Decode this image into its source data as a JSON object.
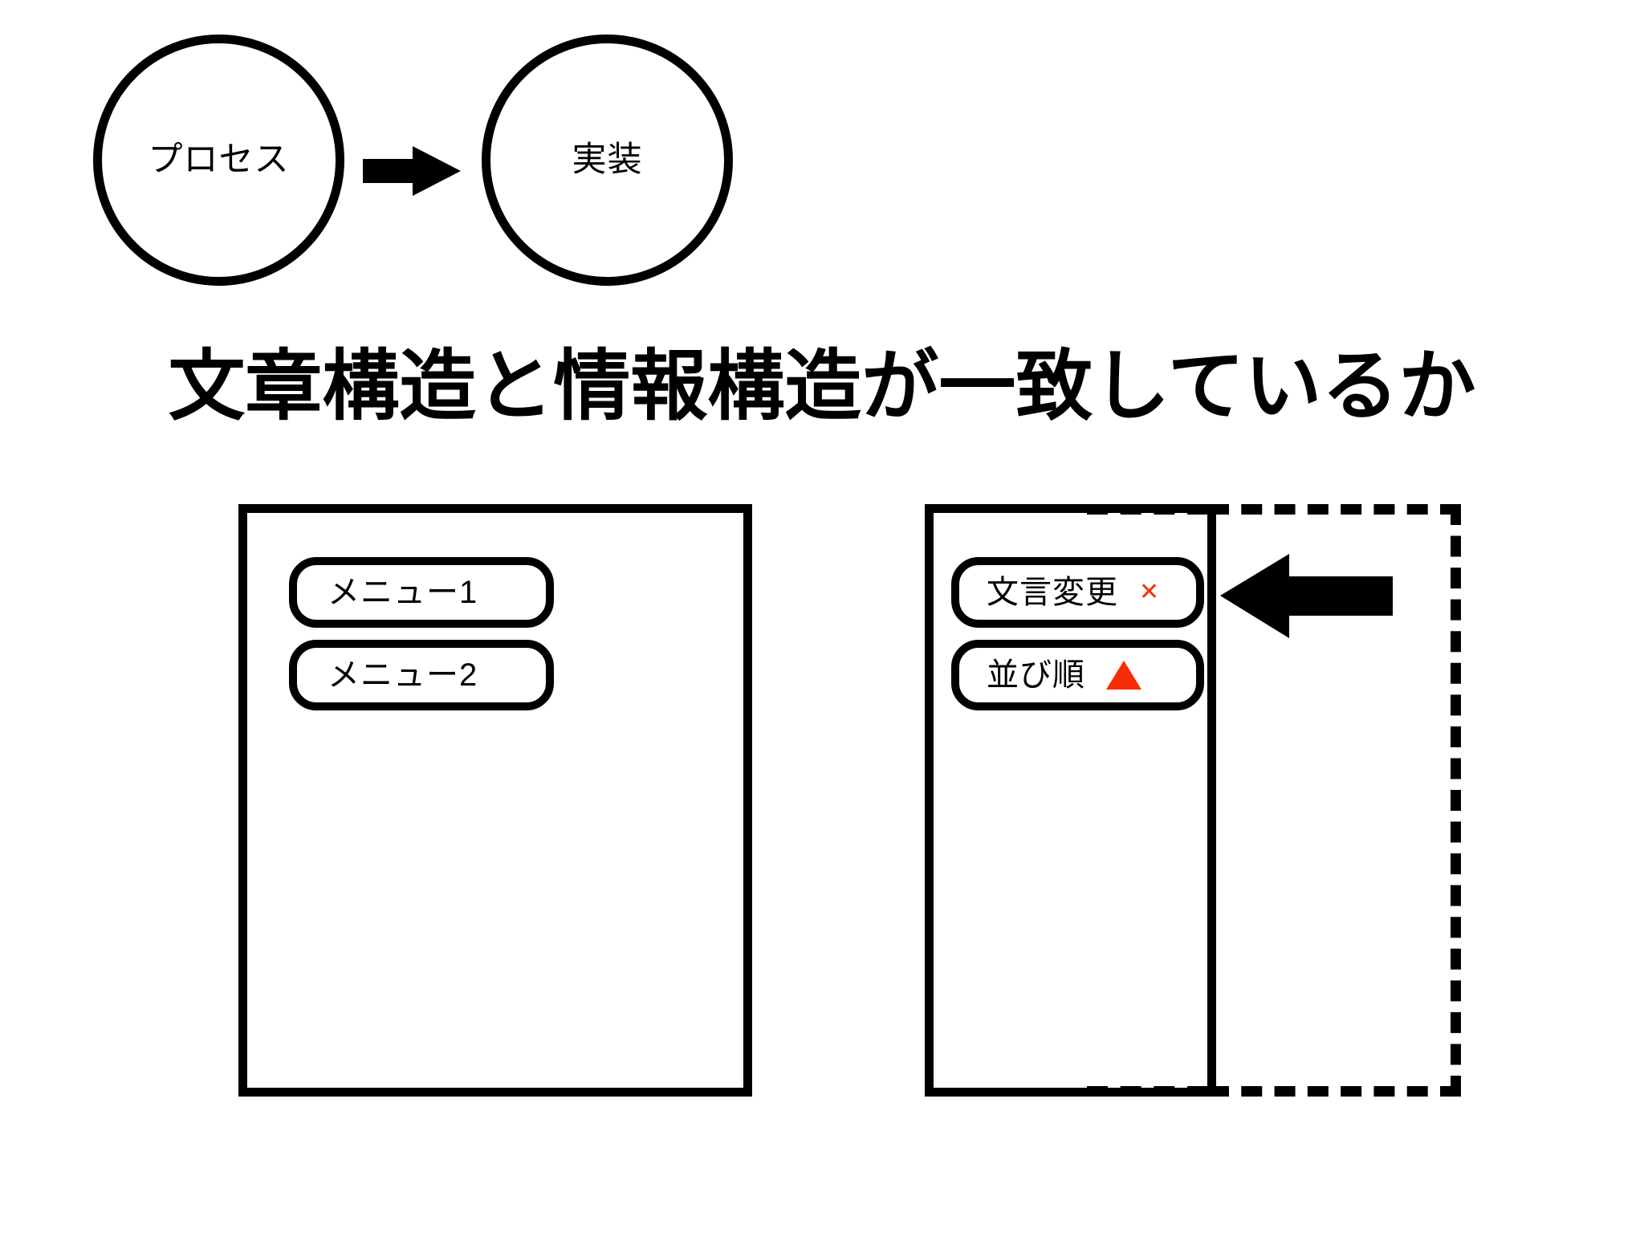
{
  "slide": {
    "headline": "文章構造と情報構造が一致しているか",
    "background_color": "#ffffff",
    "ink_color": "#000000",
    "accent_color": "#f72c06"
  },
  "flow": {
    "nodes": [
      {
        "label": "プロセス",
        "name": "process"
      },
      {
        "label": "実装",
        "name": "implementation"
      }
    ],
    "connector": {
      "icon": "arrow-right-icon",
      "direction": "right"
    }
  },
  "panels": [
    {
      "name": "left-screen",
      "menu_items": [
        {
          "label": "メニュー1",
          "marker": "none"
        },
        {
          "label": "メニュー2",
          "marker": "none"
        }
      ]
    },
    {
      "name": "right-screen",
      "menu_items": [
        {
          "label": "文言変更",
          "marker": "cross",
          "marker_glyph": "✕",
          "marker_color": "#f72c06"
        },
        {
          "label": "並び順",
          "marker": "triangle-up",
          "marker_glyph": "▲",
          "marker_color": "#f72c06"
        }
      ]
    }
  ],
  "callout": {
    "name": "dashed-highlight-region",
    "arrow": {
      "icon": "arrow-left-icon",
      "direction": "left"
    },
    "border_style": "dashed"
  }
}
